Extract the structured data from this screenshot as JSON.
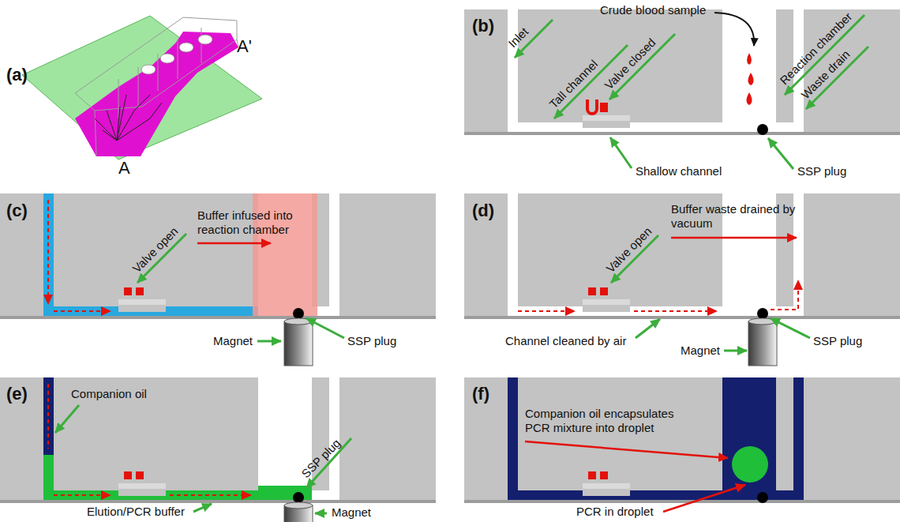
{
  "diagram": {
    "labels": [
      "(a)",
      "A'",
      "A",
      "(b)",
      "Crude blood sample",
      "Inlet",
      "Tall channel",
      "Valve closed",
      "Reaction chamber",
      "Waste drain",
      "Shallow channel",
      "SSP plug",
      "(c)",
      "Valve open",
      "Buffer infused into reaction chamber",
      "Magnet",
      "SSP plug",
      "(d)",
      "Valve open",
      "Buffer waste drained by vacuum",
      "Channel cleaned by air",
      "Magnet",
      "SSP plug",
      "(e)",
      "Companion oil",
      "SSP plug",
      "Elution/PCR buffer",
      "Magnet",
      "(f)",
      "Companion oil encapsulates PCR mixture into droplet",
      "PCR in droplet"
    ]
  }
}
